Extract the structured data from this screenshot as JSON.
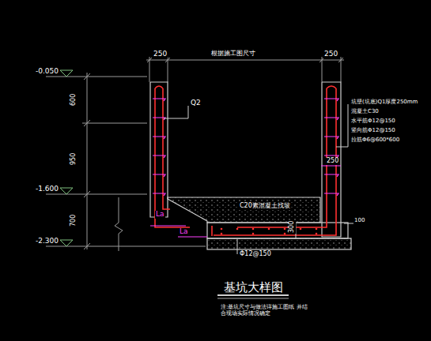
{
  "diagram": {
    "title": "基坑大样图",
    "caption": "注:基坑尺寸与做法详施工图纸 并结合现场实际情况确定",
    "labels": [
      "250",
      "根据施工图尺寸",
      "250",
      "-0.050",
      "600",
      "950",
      "-1.600",
      "700",
      "-2.300",
      "Q2",
      "坑壁(坑底)Q1厚度250mm",
      "混凝土C30",
      "水平筋Φ12@150",
      "竖向筋Φ12@150",
      "拉筋Φ6@600*600",
      "250",
      "C20素混凝土找坡",
      "La",
      "La",
      "300",
      "100",
      "Φ12@150"
    ]
  }
}
